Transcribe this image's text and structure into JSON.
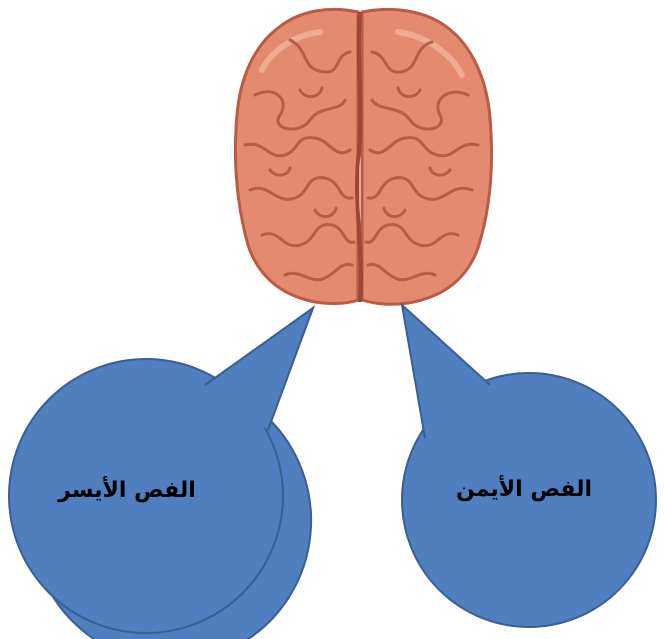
{
  "diagram": {
    "left_lobe_label": "الفص الأيسر",
    "right_lobe_label": "الفص الأيمن"
  },
  "colors": {
    "bubble_fill": "#4F7FBE",
    "bubble_stroke": "#3A5F91",
    "brain_base": "#E48A6E",
    "brain_fold": "#B85C45",
    "brain_highlight": "#F3B39C"
  },
  "icons": {
    "brain": "brain-illustration"
  }
}
